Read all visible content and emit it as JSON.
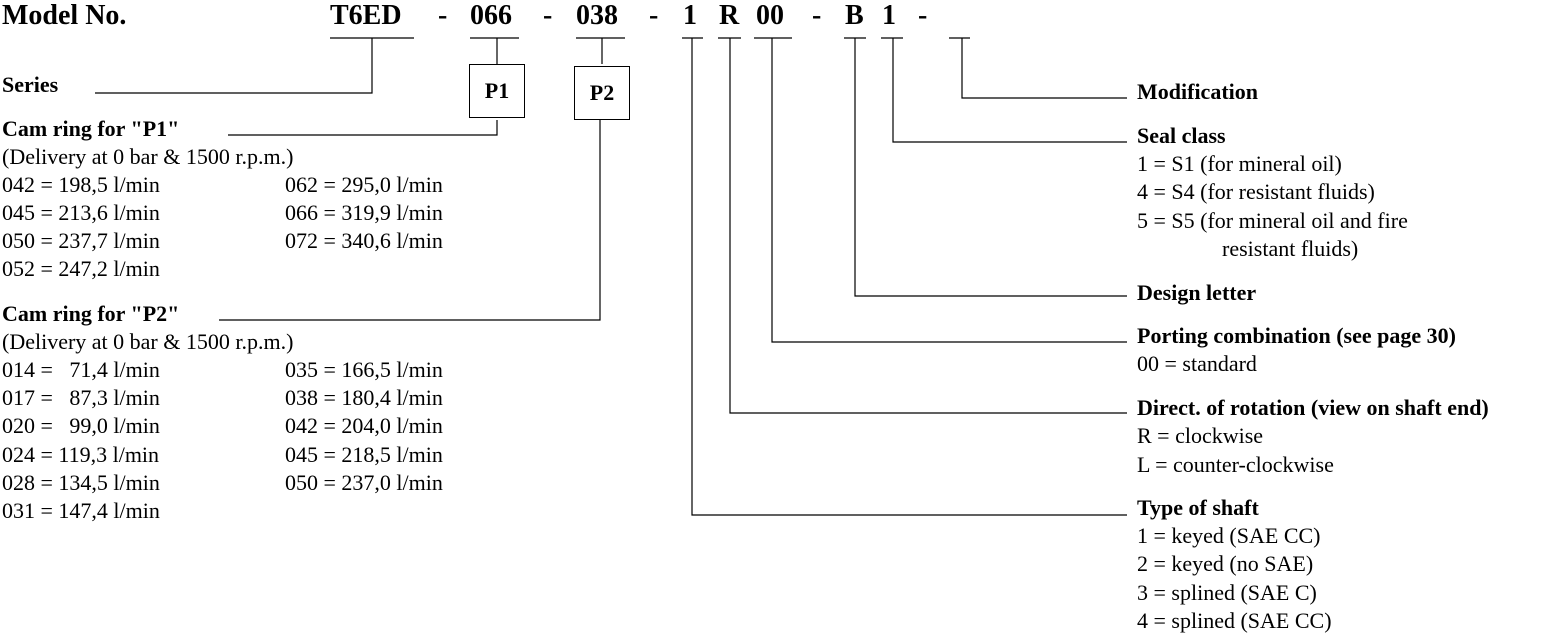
{
  "model": {
    "label": "Model No.",
    "segments": [
      "T6ED",
      "-",
      "066",
      "-",
      "038",
      "-",
      "1",
      "R",
      "00",
      "-",
      "B",
      "1",
      "-",
      ""
    ]
  },
  "boxes": {
    "p1": "P1",
    "p2": "P2"
  },
  "series": {
    "title": "Series"
  },
  "cam_p1": {
    "title": "Cam ring for \"P1\"",
    "subtitle": "(Delivery at 0 bar & 1500 r.p.m.)",
    "left": [
      "042 = 198,5 l/min",
      "045 = 213,6 l/min",
      "050 = 237,7 l/min",
      "052 = 247,2 l/min"
    ],
    "right": [
      "062 = 295,0 l/min",
      "066 = 319,9 l/min",
      "072 = 340,6 l/min"
    ]
  },
  "cam_p2": {
    "title": "Cam ring for \"P2\"",
    "subtitle": "(Delivery at 0 bar & 1500 r.p.m.)",
    "left": [
      "014 =   71,4 l/min",
      "017 =   87,3 l/min",
      "020 =   99,0 l/min",
      "024 = 119,3 l/min",
      "028 = 134,5 l/min",
      "031 = 147,4 l/min"
    ],
    "right": [
      "035 = 166,5 l/min",
      "038 = 180,4 l/min",
      "042 = 204,0 l/min",
      "045 = 218,5 l/min",
      "050 = 237,0 l/min"
    ]
  },
  "modification": {
    "title": "Modification"
  },
  "seal": {
    "title": "Seal class",
    "lines": [
      "1 = S1 (for mineral oil)",
      "4 = S4 (for resistant fluids)",
      "5 = S5 (for mineral oil and fire",
      "resistant fluids)"
    ]
  },
  "design": {
    "title": "Design letter"
  },
  "porting": {
    "title": "Porting combination (see page 30)",
    "lines": [
      "00 = standard"
    ]
  },
  "rotation": {
    "title": "Direct. of rotation (view on shaft end)",
    "lines": [
      "R = clockwise",
      "L = counter-clockwise"
    ]
  },
  "shaft": {
    "title": "Type of shaft",
    "lines": [
      "1 = keyed (SAE CC)",
      "2 = keyed (no SAE)",
      "3 = splined (SAE C)",
      "4 = splined (SAE CC)"
    ]
  }
}
